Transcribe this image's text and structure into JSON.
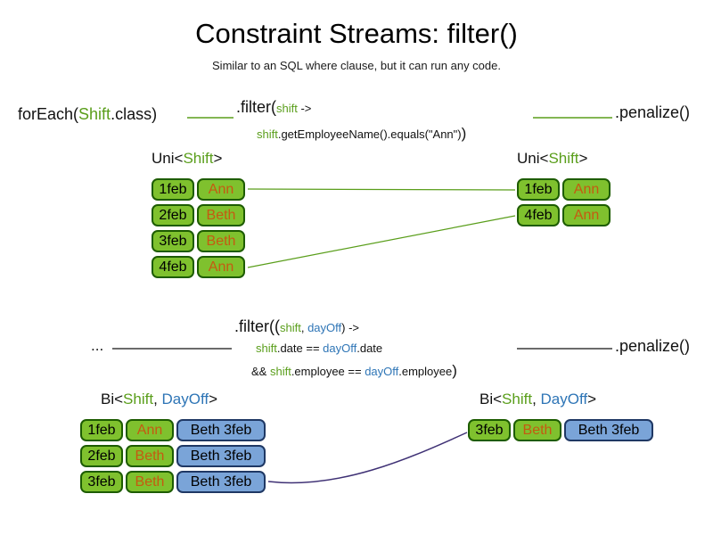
{
  "title": "Constraint Streams: filter()",
  "subtitle": "Similar to an SQL where clause, but it can run any code.",
  "colors": {
    "green": "#5a9e1b",
    "blue": "#2e75b6",
    "orange": "#c55a11",
    "cell_green": "#7fc12e",
    "cell_green_border": "#1d5c00",
    "cell_blue": "#7aa4d8",
    "cell_blue_border": "#1f3864",
    "purple": "#3f3175"
  },
  "s1": {
    "foreach_pre": "forEach(",
    "foreach_class": "Shift",
    "foreach_post": ".class)",
    "filter_pre": ".filter(",
    "filter_param": "shift",
    "filter_arrow": " ->",
    "body_var": "shift",
    "body_rest": ".getEmployeeName().equals(\"Ann\")",
    "body_close": ")",
    "penalize": ".penalize()",
    "label_pre": "Uni<",
    "label_type": "Shift",
    "label_post": ">",
    "left_rows": [
      {
        "date": "1feb",
        "name": "Ann"
      },
      {
        "date": "2feb",
        "name": "Beth"
      },
      {
        "date": "3feb",
        "name": "Beth"
      },
      {
        "date": "4feb",
        "name": "Ann"
      }
    ],
    "right_rows": [
      {
        "date": "1feb",
        "name": "Ann"
      },
      {
        "date": "4feb",
        "name": "Ann"
      }
    ]
  },
  "s2": {
    "ellipsis": "...",
    "filter_pre": ".filter((",
    "param1": "shift",
    "comma": ", ",
    "param2": "dayOff",
    "filter_arrow": ") ->",
    "line2_a": "shift",
    "line2_b": ".date == ",
    "line2_c": "dayOff",
    "line2_d": ".date",
    "line3_a": "&& ",
    "line3_b": "shift",
    "line3_c": ".employee == ",
    "line3_d": "dayOff",
    "line3_e": ".employee",
    "line3_close": ")",
    "penalize": ".penalize()",
    "label_pre": "Bi<",
    "label_t1": "Shift",
    "label_comma": ", ",
    "label_t2": "DayOff",
    "label_post": ">",
    "left_rows": [
      {
        "date": "1feb",
        "name": "Ann",
        "pair": "Beth 3feb"
      },
      {
        "date": "2feb",
        "name": "Beth",
        "pair": "Beth 3feb"
      },
      {
        "date": "3feb",
        "name": "Beth",
        "pair": "Beth 3feb"
      }
    ],
    "right_rows": [
      {
        "date": "3feb",
        "name": "Beth",
        "pair": "Beth 3feb"
      }
    ]
  }
}
